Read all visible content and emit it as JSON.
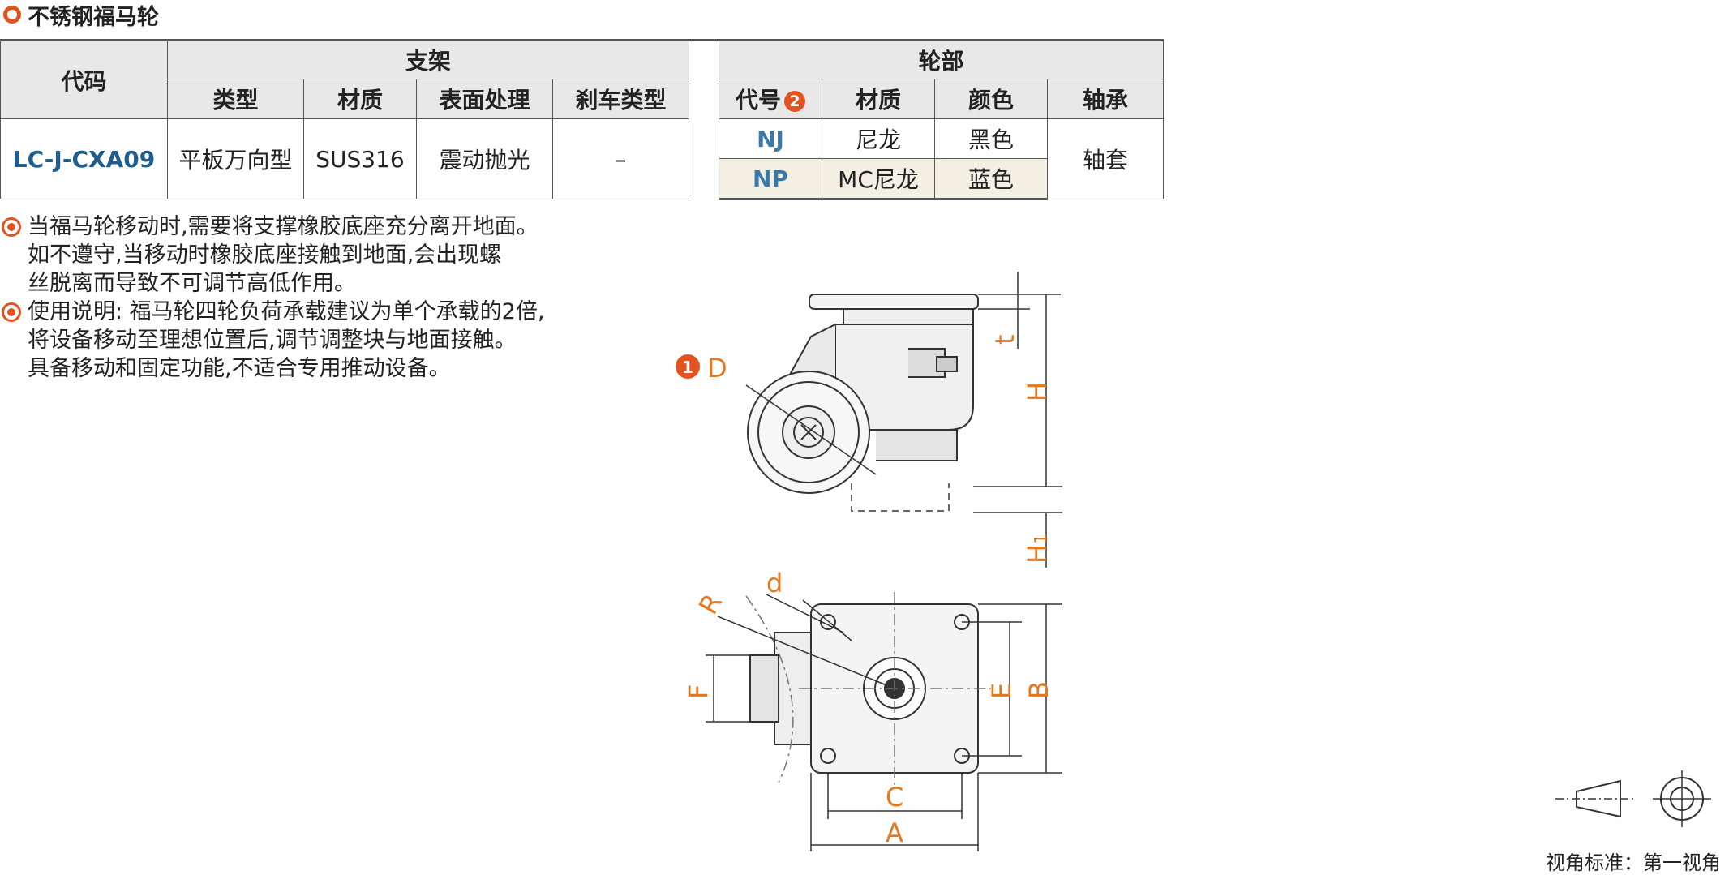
{
  "title": "不锈钢福马轮",
  "table": {
    "header_code": "代码",
    "group_bracket": "支架",
    "group_wheel": "轮部",
    "bracket_cols": [
      "类型",
      "材质",
      "表面处理",
      "刹车类型"
    ],
    "wheel_code_col": "代号",
    "wheel_code_badge": "2",
    "wheel_cols": [
      "材质",
      "颜色",
      "轴承"
    ],
    "row": {
      "code": "LC-J-CXA09",
      "type": "平板万向型",
      "material": "SUS316",
      "surface": "震动抛光",
      "brake": "–",
      "bearing": "轴套",
      "wheels": [
        {
          "code": "NJ",
          "material": "尼龙",
          "color": "黑色"
        },
        {
          "code": "NP",
          "material": "MC尼龙",
          "color": "蓝色"
        }
      ]
    }
  },
  "notes": [
    [
      "当福马轮移动时,需要将支撑橡胶底座充分离开地面。",
      "如不遵守,当移动时橡胶底座接触到地面,会出现螺",
      "丝脱离而导致不可调节高低作用。"
    ],
    [
      "使用说明: 福马轮四轮负荷承载建议为单个承载的2倍,",
      "将设备移动至理想位置后,调节调整块与地面接触。",
      "具备移动和固定功能,不适合专用推动设备。"
    ]
  ],
  "drawing_labels": {
    "D": "D",
    "D_badge": "1",
    "t": "t",
    "H": "H",
    "H1": "H",
    "H1_sub": "1",
    "d": "d",
    "R": "R",
    "F": "F",
    "E": "E",
    "B": "B",
    "C": "C",
    "A": "A"
  },
  "view_standard": "视角标准：第一视角",
  "colors": {
    "accent": "#e2541f",
    "dimension": "#e2781f",
    "code_blue": "#1e5d8c",
    "header_bg": "#e8e8e8",
    "highlight": "#f3efe2"
  }
}
